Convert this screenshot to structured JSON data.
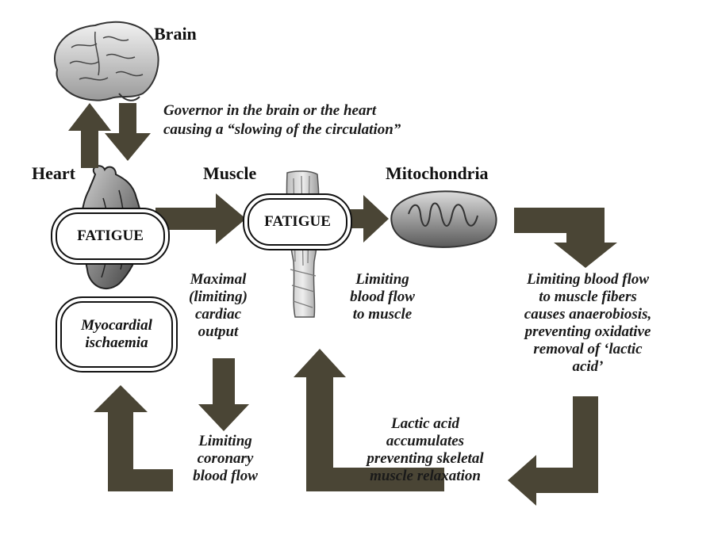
{
  "labels": {
    "brain": "Brain",
    "heart": "Heart",
    "muscle": "Muscle",
    "mitochondria": "Mitochondria"
  },
  "governor_text": {
    "line1": "Governor in the brain or the heart",
    "line2": "causing a “slowing of the circulation”"
  },
  "boxes": {
    "heart_fatigue": "FATIGUE",
    "muscle_fatigue": "FATIGUE",
    "myocardial": "Myocardial\nischaemia"
  },
  "notes": {
    "cardiac_output": "Maximal\n(limiting)\ncardiac\noutput",
    "limiting_muscle": "Limiting\nblood flow\nto muscle",
    "anaerobiosis": "Limiting blood flow\nto muscle fibers\ncauses anaerobiosis,\npreventing oxidative\nremoval of ‘lactic\nacid’",
    "coronary": "Limiting\ncoronary\nblood flow",
    "lactic": "Lactic acid\naccumulates\npreventing skeletal\nmuscle relaxation"
  },
  "colors": {
    "arrow": "#4a4535",
    "organ": "#8a8a8a",
    "text": "#1a1a1a"
  }
}
